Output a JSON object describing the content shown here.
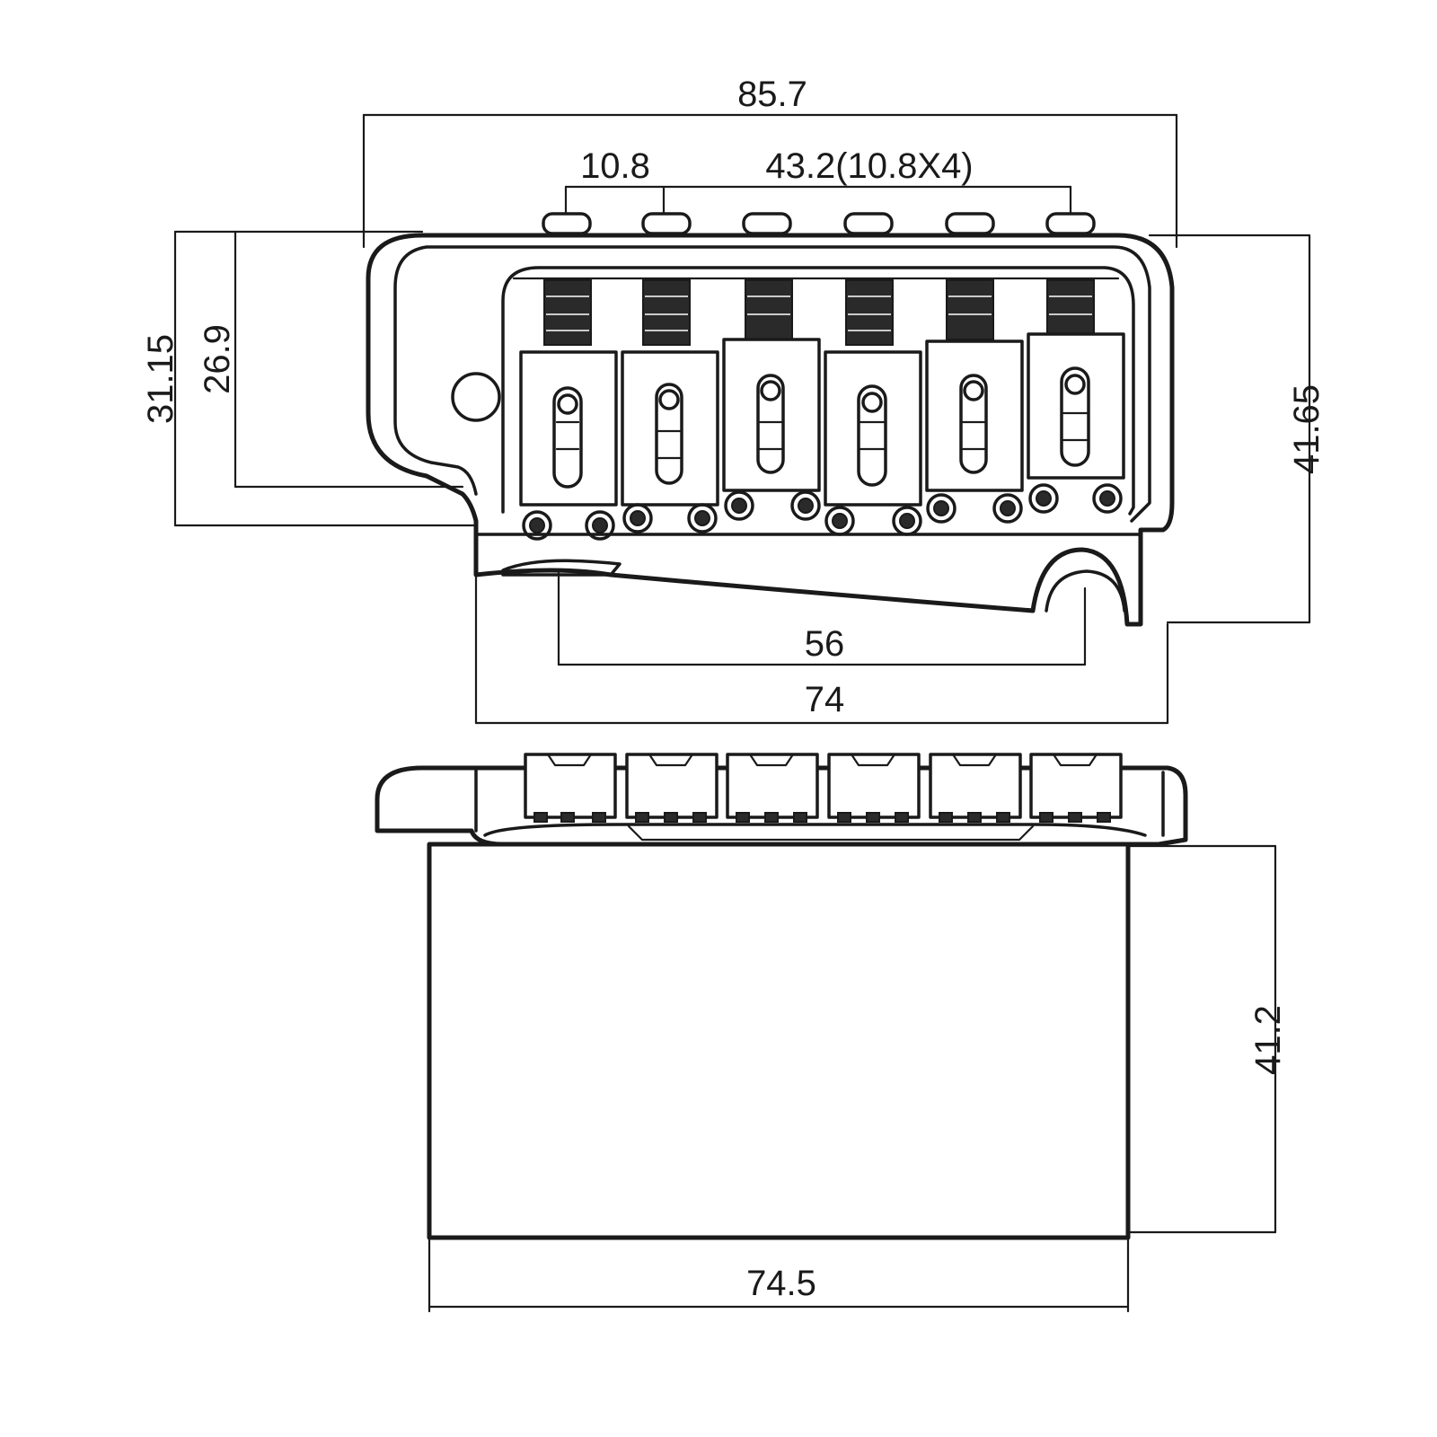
{
  "dimensions": {
    "overall_width": "85.7",
    "string_spacing": "10.8",
    "string_spacing_total": "43.2(10.8X4)",
    "height_outer": "31.15",
    "height_inner": "26.9",
    "height_right": "41.65",
    "stud_spacing": "56",
    "base_width": "74",
    "block_height": "41.2",
    "block_width": "74.5"
  },
  "colors": {
    "line": "#1a1a1a",
    "background": "#ffffff"
  }
}
